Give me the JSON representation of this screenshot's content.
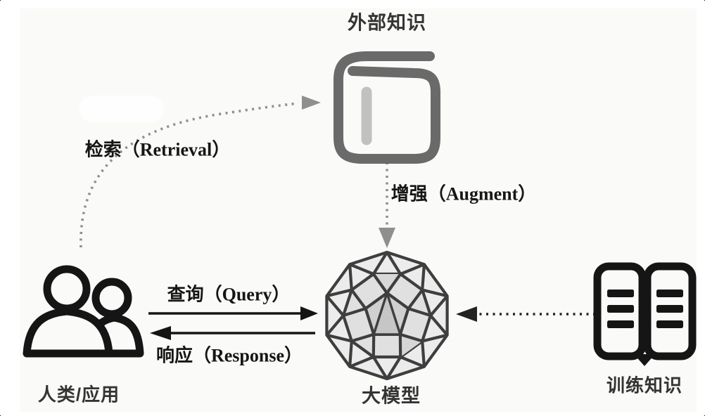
{
  "diagram_title": "RAG flow diagram",
  "nodes": {
    "external": {
      "label": "外部知识",
      "icon": "closed-book-icon"
    },
    "human": {
      "label": "人类/应用",
      "icon": "two-people-icon"
    },
    "model": {
      "label": "大模型",
      "icon": "geodesic-sphere-icon"
    },
    "training": {
      "label": "训练知识",
      "icon": "open-book-icon"
    }
  },
  "edges": {
    "retrieval": {
      "label": "检索（Retrieval）",
      "style": "dotted-curve",
      "from": "human",
      "to": "external"
    },
    "augment": {
      "label": "增强（Augment）",
      "style": "dotted",
      "from": "external",
      "to": "model"
    },
    "query": {
      "label": "查询（Query）",
      "style": "solid",
      "from": "human",
      "to": "model"
    },
    "response": {
      "label": "响应（Response）",
      "style": "solid",
      "from": "model",
      "to": "human"
    },
    "training_to_model": {
      "label": "",
      "style": "dotted",
      "from": "training",
      "to": "model"
    }
  },
  "colors": {
    "panel_bg": "#fafaf8",
    "page_bg": "#ffffff",
    "icon_gray": "#6a6a6a",
    "bookmark_gray": "#c1c1c1",
    "dotted_gray": "#8f8f8f",
    "black": "#151515",
    "poly_edge": "#3e3e3e",
    "poly_face_light": "#ececec",
    "poly_face_mid": "#e0e0e0",
    "poly_face_dark": "#d0d0d0"
  }
}
